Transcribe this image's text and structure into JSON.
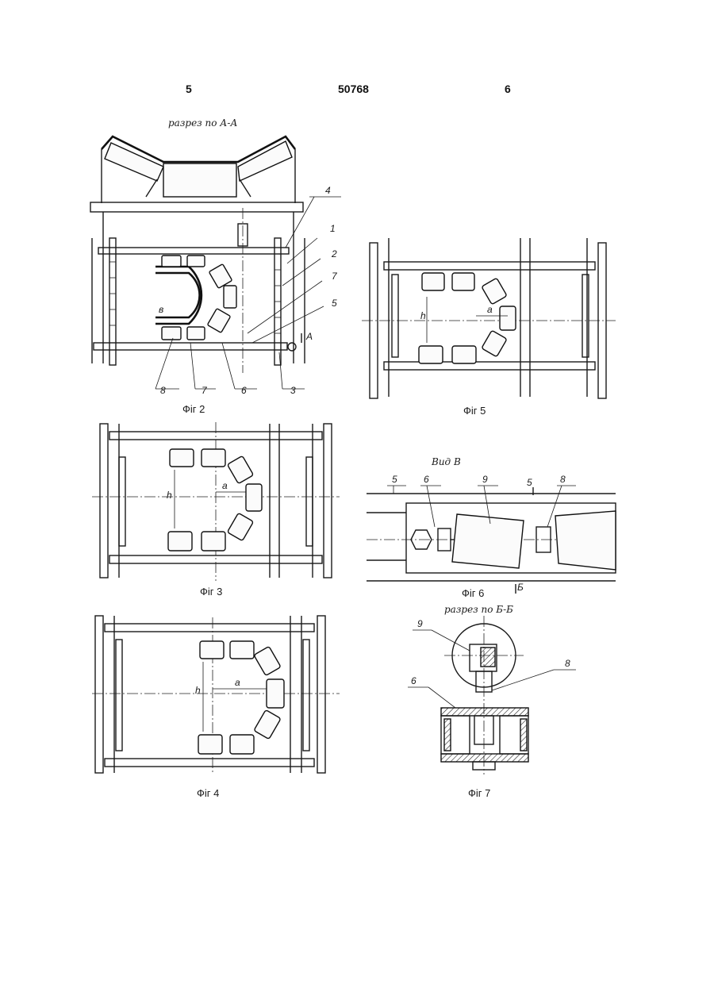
{
  "header": {
    "left_page": "5",
    "patent_number": "50768",
    "right_page": "6"
  },
  "fig2": {
    "section_title": "разрез по А-А",
    "caption": "Фіг 2",
    "callouts": [
      "4",
      "1",
      "2",
      "7",
      "5",
      "8",
      "7",
      "6",
      "3"
    ],
    "section_mark": "А",
    "dim_b": "в"
  },
  "fig3": {
    "caption": "Фіг 3",
    "dim_a": "а",
    "dim_h": "h"
  },
  "fig4": {
    "caption": "Фіг 4",
    "dim_a": "а",
    "dim_h": "h"
  },
  "fig5": {
    "caption": "Фіг 5",
    "dim_a": "а",
    "dim_h": "h"
  },
  "fig6": {
    "view_title": "Вид В",
    "caption": "Фіг 6",
    "callouts": [
      "5",
      "6",
      "9",
      "5",
      "8"
    ],
    "section_mark": "Б"
  },
  "fig7": {
    "section_title": "разрез по Б-Б",
    "caption": "Фіг 7",
    "callouts": [
      "9",
      "8",
      "6"
    ]
  }
}
